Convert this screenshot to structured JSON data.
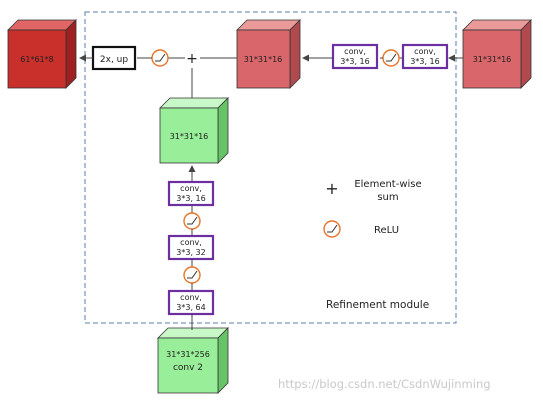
{
  "cubes": {
    "output": "61*61*8",
    "center": "31*31*16",
    "right": "31*31*16",
    "green_mid": "31*31*16",
    "green_bottom_line1": "31*31*256",
    "green_bottom_line2": "conv 2"
  },
  "ops": {
    "upsample": "2x, up",
    "right_conv_a_l1": "conv,",
    "right_conv_a_l2": "3*3, 16",
    "right_conv_b_l1": "conv,",
    "right_conv_b_l2": "3*3, 16",
    "v_conv_top_l1": "conv,",
    "v_conv_top_l2": "3*3, 16",
    "v_conv_mid_l1": "conv,",
    "v_conv_mid_l2": "3*3, 32",
    "v_conv_bot_l1": "conv,",
    "v_conv_bot_l2": "3*3, 64"
  },
  "legend": {
    "plus_symbol": "+",
    "sum_line1": "Element-wise",
    "sum_line2": "sum",
    "relu": "ReLU"
  },
  "module_label": "Refinement module",
  "watermark": "https://blog.csdn.net/CsdnWujinming",
  "colors": {
    "red_front": "#c9302c",
    "red_top": "#e06666",
    "red_side": "#9f2020",
    "pink_front": "#d9666a",
    "pink_top": "#eb9a9a",
    "pink_side": "#b14a4e",
    "green_front": "#99ee99",
    "green_top": "#c8f7c8",
    "green_side": "#66c466",
    "conv_border": "#6b2fa0",
    "relu_color": "#e8742a",
    "dashed_border": "#5a7fa8",
    "arrow": "#444444"
  }
}
